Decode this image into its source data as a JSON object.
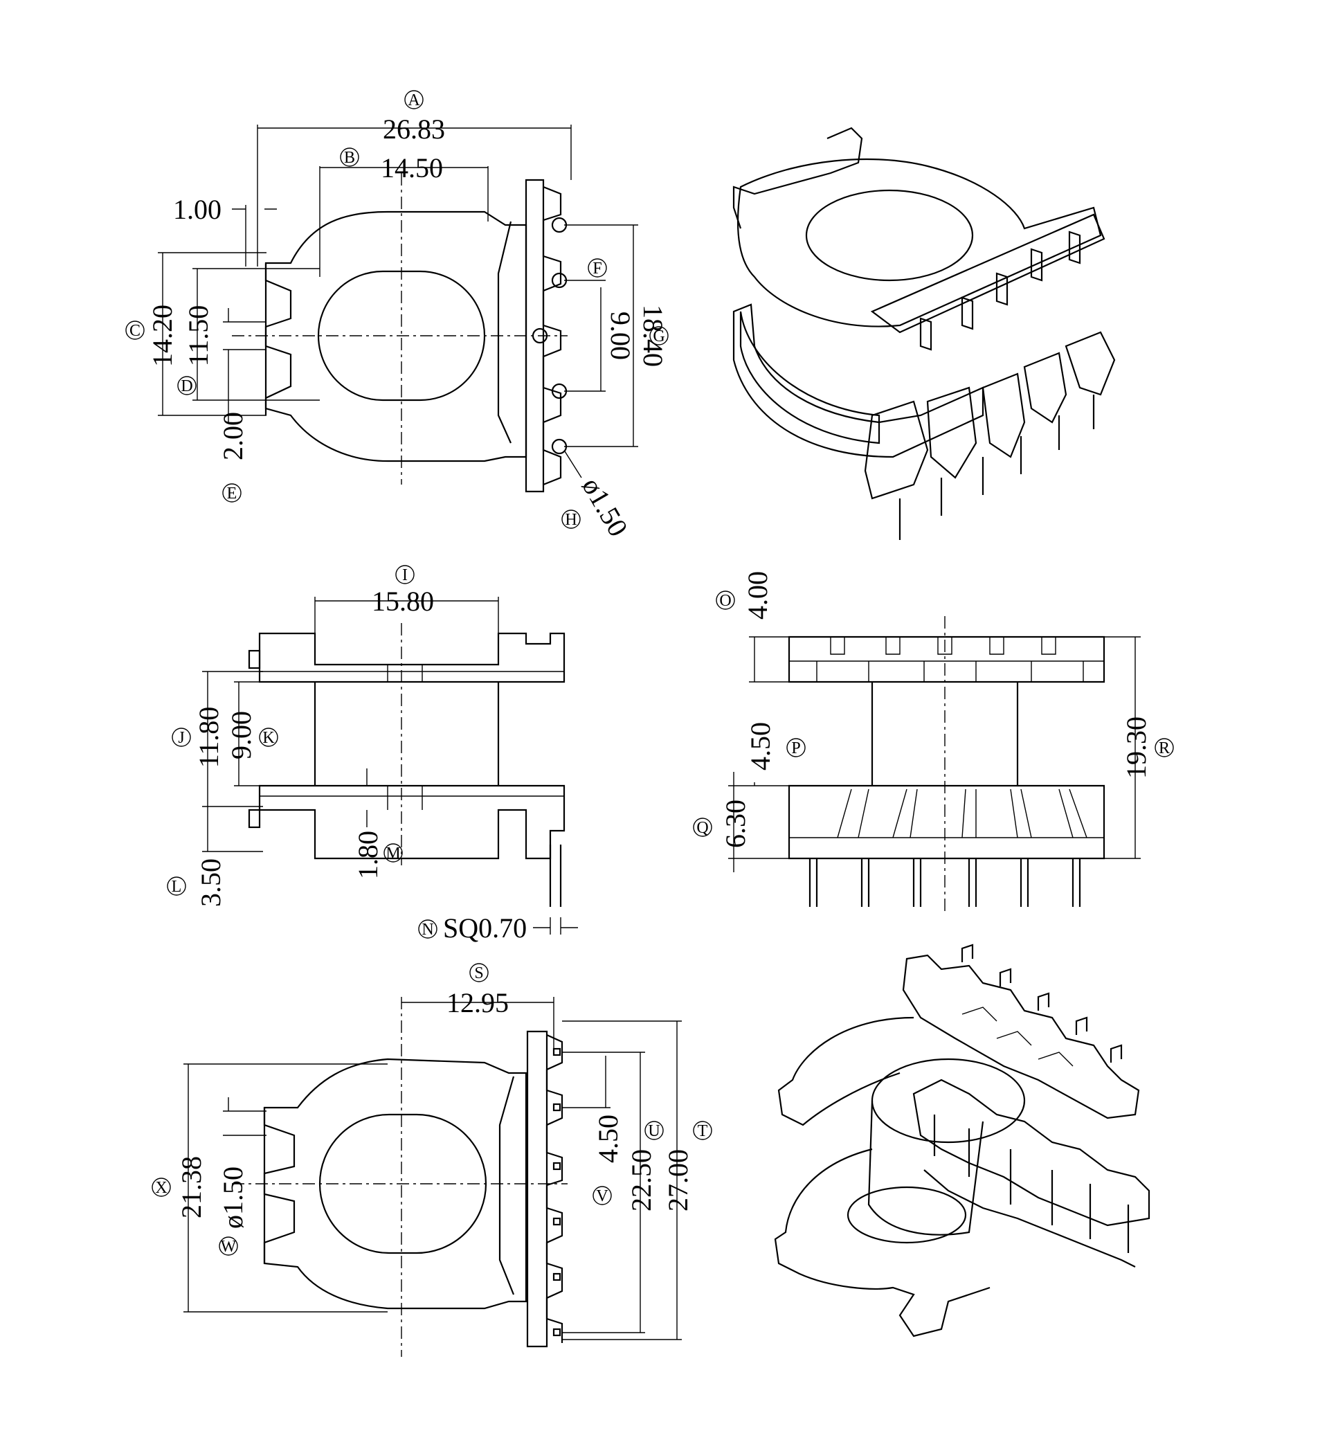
{
  "title": "Transformer bobbin dimensional drawing",
  "colors": {
    "line": "#000000",
    "background": "#ffffff"
  },
  "top_view": {
    "A": {
      "label": "A",
      "value": "26.83"
    },
    "B": {
      "label": "B",
      "value": "14.50"
    },
    "one": {
      "value": "1.00"
    },
    "C": {
      "label": "C",
      "value": "14.20"
    },
    "D": {
      "label": "D",
      "value": "11.50"
    },
    "E": {
      "label": "E",
      "value": "2.00"
    },
    "F": {
      "label": "F",
      "value": "9.00"
    },
    "G": {
      "label": "G",
      "value": "18.40"
    },
    "H": {
      "label": "H",
      "value": "ø1.50"
    }
  },
  "side_view": {
    "I": {
      "label": "I",
      "value": "15.80"
    },
    "J": {
      "label": "J",
      "value": "11.80"
    },
    "K": {
      "label": "K",
      "value": "9.00"
    },
    "L": {
      "label": "L",
      "value": "3.50"
    },
    "M": {
      "label": "M",
      "value": "1.80"
    },
    "N": {
      "label": "N",
      "value": "SQ0.70"
    }
  },
  "front_view": {
    "O": {
      "label": "O",
      "value": "4.00"
    },
    "P": {
      "label": "P",
      "value": "4.50"
    },
    "Q": {
      "label": "Q",
      "value": "6.30"
    },
    "R": {
      "label": "R",
      "value": "19.30"
    }
  },
  "bottom_view": {
    "S": {
      "label": "S",
      "value": "12.95"
    },
    "T": {
      "label": "T",
      "value": "27.00"
    },
    "U": {
      "label": "U",
      "value": "22.50"
    },
    "V": {
      "label": "V",
      "value": "4.50"
    },
    "W": {
      "label": "W",
      "value": "ø1.50"
    },
    "X": {
      "label": "X",
      "value": "21.38"
    }
  }
}
